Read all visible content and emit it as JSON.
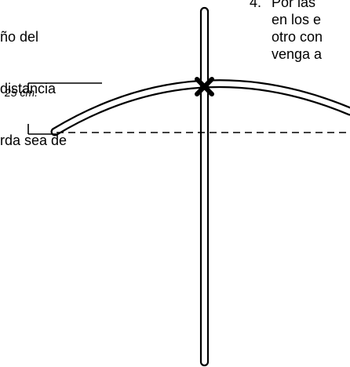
{
  "left_text": {
    "lines": [
      "ño del",
      "distancia",
      "rda sea de"
    ]
  },
  "right_text": {
    "number": "4.",
    "lines": [
      "Por las",
      "en los e",
      "otro con",
      "venga a"
    ]
  },
  "diagram": {
    "measurement_label": "25 cm."
  }
}
